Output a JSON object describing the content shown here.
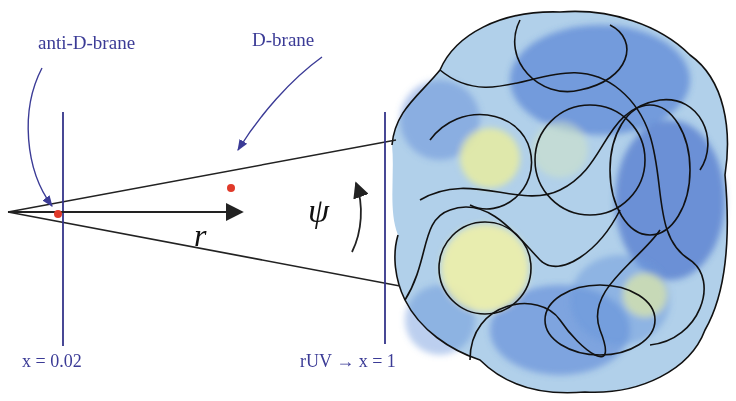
{
  "diagram": {
    "labels": [
      "anti-D-brane",
      "D-brane",
      "r",
      "ψ",
      "x = 0.02",
      "rUV → x = 1"
    ]
  }
}
